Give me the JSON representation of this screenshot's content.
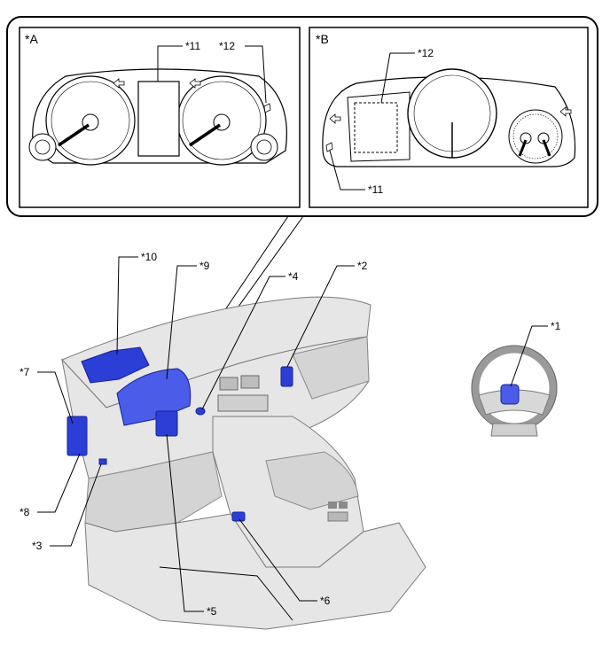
{
  "insets": {
    "a": {
      "tag": "*A",
      "callouts": [
        "*11",
        "*12"
      ]
    },
    "b": {
      "tag": "*B",
      "callouts": [
        "*12",
        "*11"
      ]
    }
  },
  "callouts": [
    "*1",
    "*2",
    "*3",
    "*4",
    "*5",
    "*6",
    "*7",
    "*8",
    "*9",
    "*10"
  ],
  "colors": {
    "component_highlight": "#2b3fd6",
    "vehicle_body": "#e6e6e6",
    "outline": "#000000"
  }
}
